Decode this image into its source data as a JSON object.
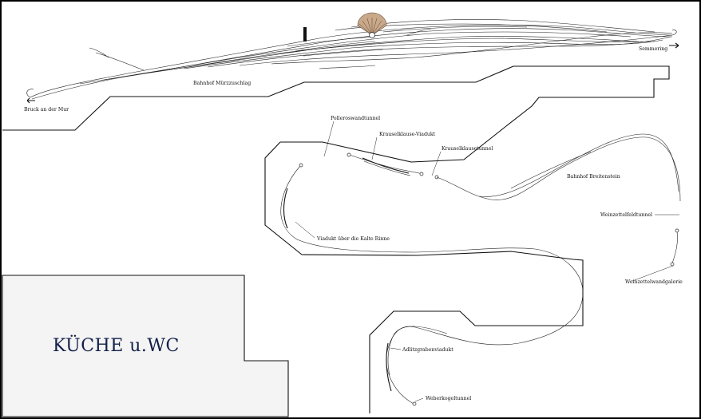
{
  "room": {
    "label": "KÜCHE u.WC",
    "fill_color": "#f4f4f4",
    "label_color": "#13204a"
  },
  "labels": {
    "bahnhof_murzzuschlag": "Bahnhof Mürzzuschlag",
    "bruck_an_der_mur": "Bruck an der Mur",
    "semmering": "Semmering",
    "polleroswandtunnel": "Polleroswandtunnel",
    "krauselklause_viadukt": "Krauselklause-Viadukt",
    "krauselklausetunnel": "Krauselklausetunnel",
    "bahnhof_breitenstein": "Bahnhof Breitenstein",
    "weinzettelfeldtunnel": "Weinzettelfeldtunnel",
    "weinzettelwandgalerie": "Weinzettelwandgalerie",
    "viadukt_kalte_rinne": "Viadukt über die Kalte Rinne",
    "adlitzgrabenviadukt": "Adlitzgrabenviadukt",
    "weberkogeltunnel": "Weberkogeltunnel"
  },
  "colors": {
    "frame": "#000000",
    "turntable": "#c9a98a"
  },
  "icons": {
    "turntable": "roundhouse-icon",
    "engine_shed": "engine-shed-icon"
  }
}
